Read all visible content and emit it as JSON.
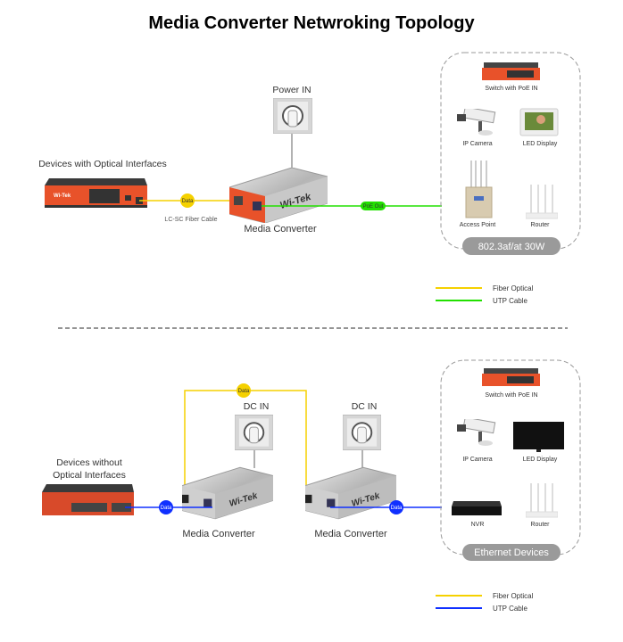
{
  "title": "Media Converter Netwroking Topology",
  "colors": {
    "fiber": "#f5d100",
    "utp_top": "#22e000",
    "utp_bottom": "#1030ff",
    "device_orange": "#e8522a",
    "box_border": "#9a9a9a",
    "pill": "#9a9a9a"
  },
  "top": {
    "source_label": "Devices with Optical Interfaces",
    "data_tag": "Data",
    "cable_label": "LC-SC Fiber Cable",
    "power_label": "Power IN",
    "converter_label": "Media Converter",
    "brand": "Wi-Tek",
    "poe_tag": "PoE Out",
    "devices": [
      "Switch with PoE IN",
      "IP Camera",
      "LED Display",
      "Access Point",
      "Router"
    ],
    "group_label": "802.3af/at 30W",
    "legend": [
      {
        "label": "Fiber Optical",
        "color": "#f5d100"
      },
      {
        "label": "UTP Cable",
        "color": "#22e000"
      }
    ]
  },
  "bottom": {
    "source_label_1": "Devices without",
    "source_label_2": "Optical Interfaces",
    "data_tag": "Data",
    "power_label": "DC IN",
    "converter_label": "Media Converter",
    "brand": "Wi-Tek",
    "devices": [
      "Switch with PoE IN",
      "IP Camera",
      "LED Display",
      "NVR",
      "Router"
    ],
    "group_label": "Ethernet Devices",
    "legend": [
      {
        "label": "Fiber Optical",
        "color": "#f5d100"
      },
      {
        "label": "UTP Cable",
        "color": "#1030ff"
      }
    ]
  }
}
